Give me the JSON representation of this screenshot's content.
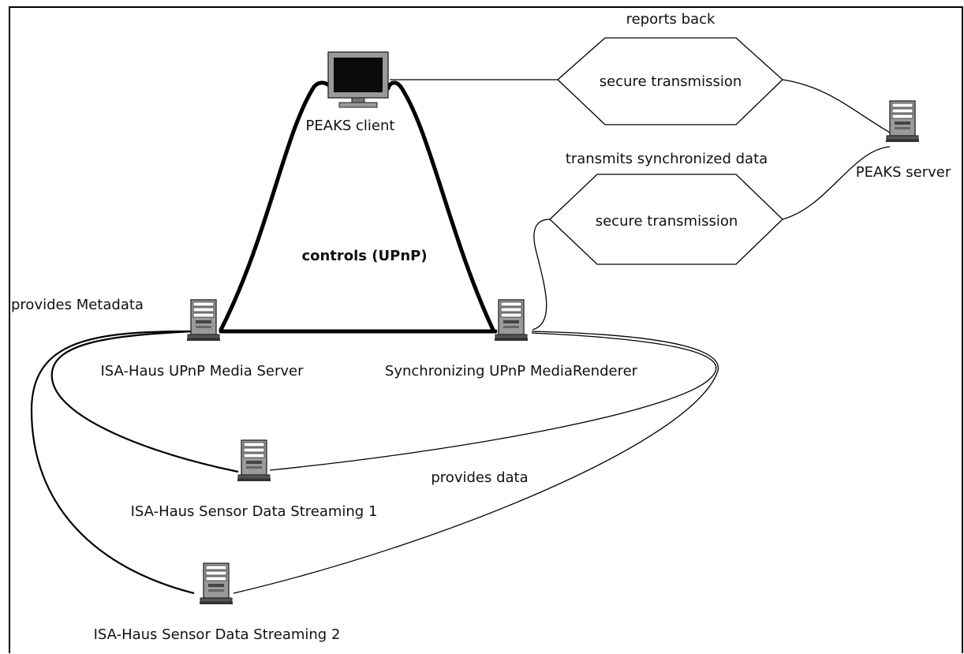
{
  "diagram": {
    "nodes": {
      "peaks_client": {
        "label": "PEAKS client",
        "icon": "monitor-icon"
      },
      "peaks_server": {
        "label": "PEAKS server",
        "icon": "server-tower-icon"
      },
      "media_server": {
        "label": "ISA-Haus UPnP Media Server",
        "icon": "server-tower-icon"
      },
      "renderer": {
        "label": "Synchronizing UPnP MediaRenderer",
        "icon": "server-tower-icon"
      },
      "stream1": {
        "label": "ISA-Haus Sensor Data Streaming 1",
        "icon": "server-tower-icon"
      },
      "stream2": {
        "label": "ISA-Haus Sensor Data Streaming 2",
        "icon": "server-tower-icon"
      }
    },
    "channels": {
      "top": {
        "label": "secure transmission",
        "caption": "reports back"
      },
      "bottom": {
        "label": "secure transmission",
        "caption": "transmits synchronized data"
      }
    },
    "edge_labels": {
      "controls": "controls (UPnP)",
      "provides_metadata": "provides Metadata",
      "provides_data": "provides data"
    }
  }
}
